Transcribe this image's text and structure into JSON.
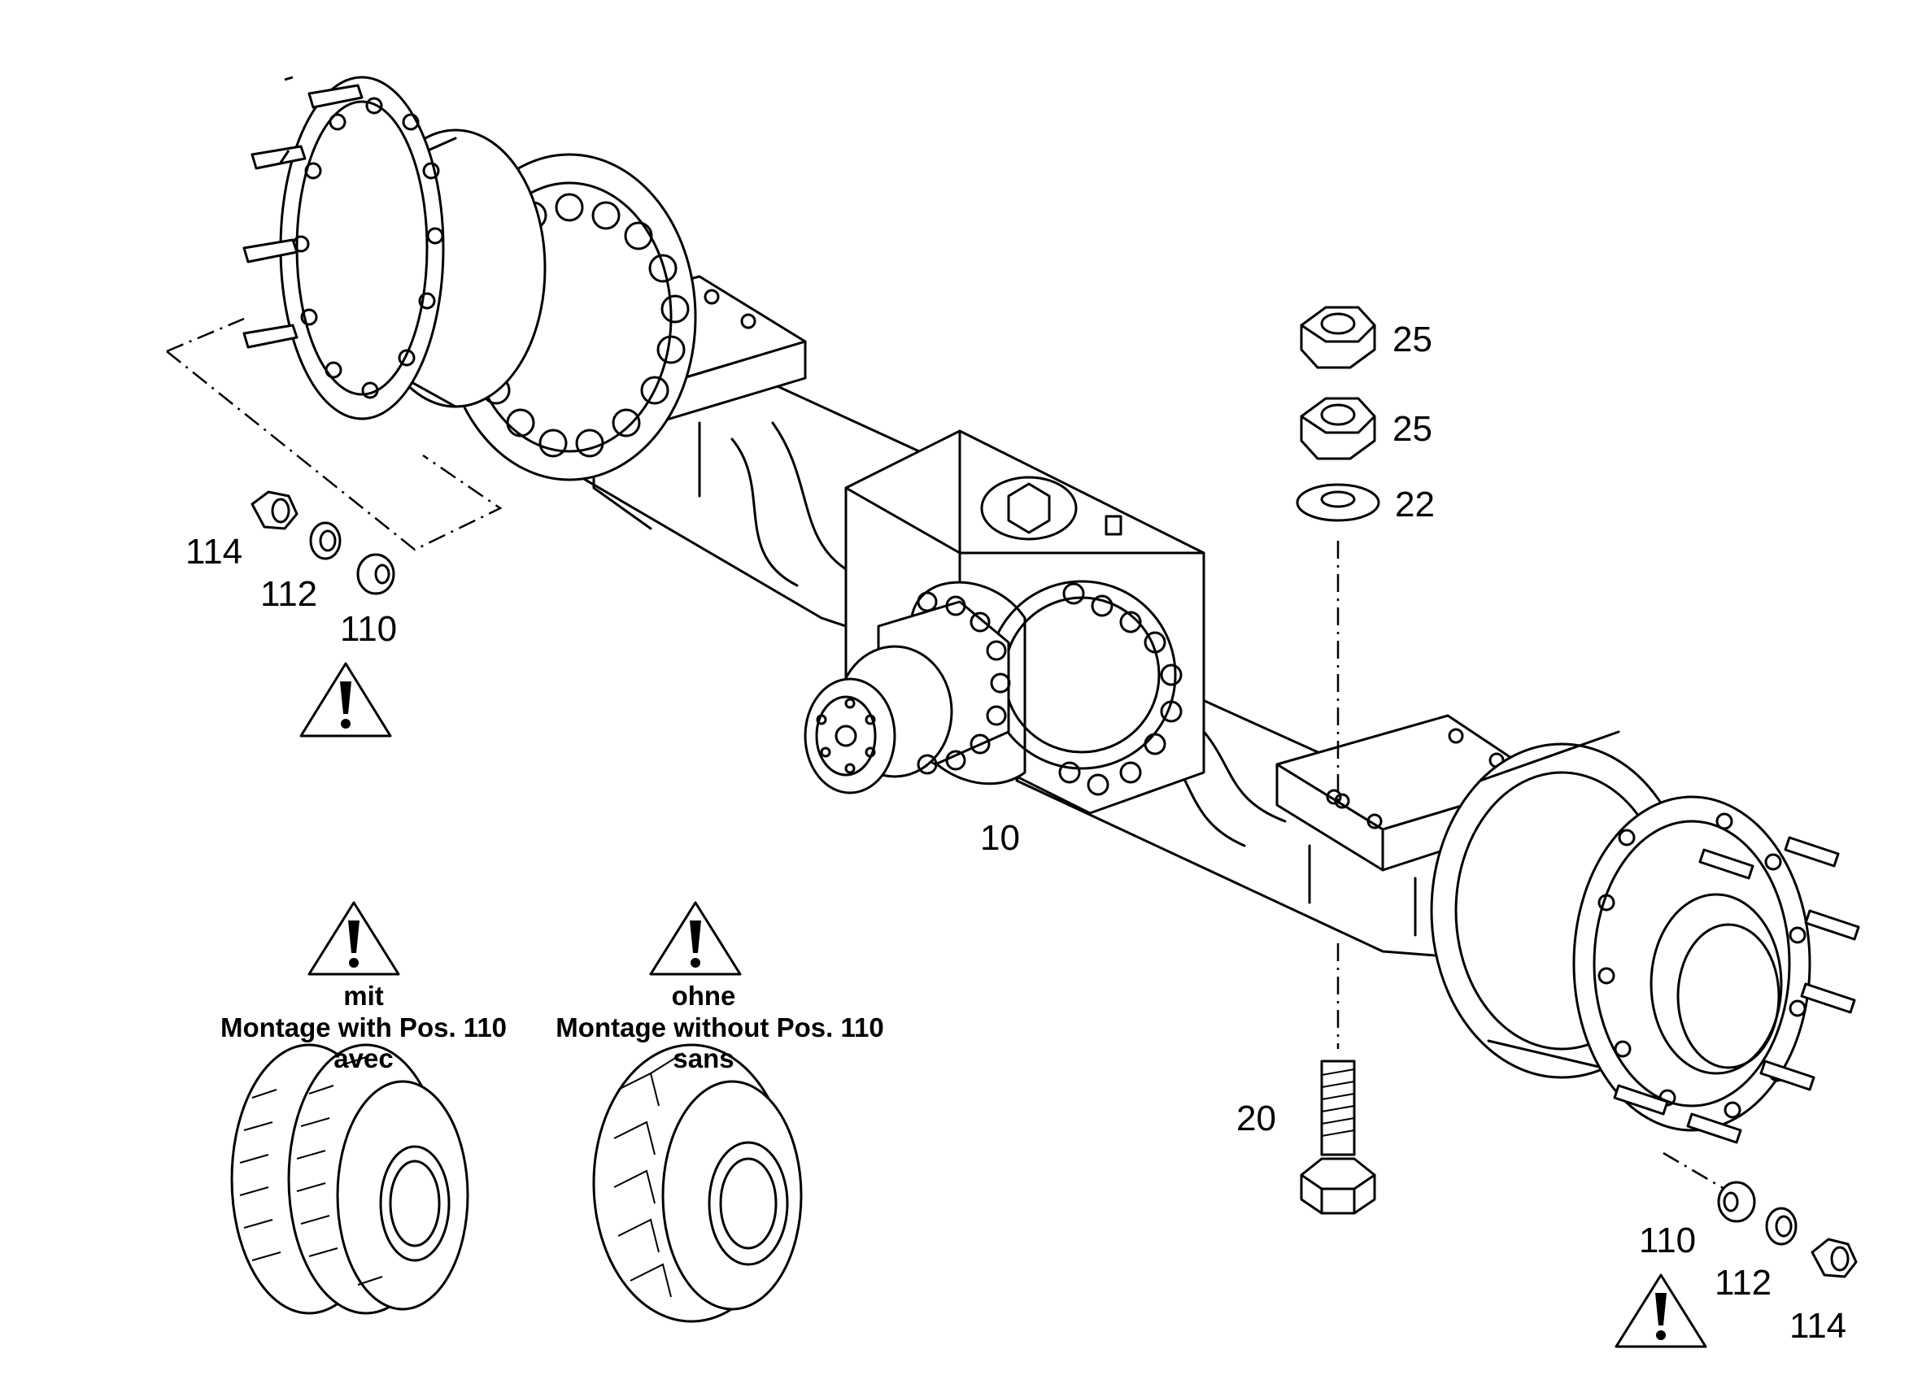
{
  "callouts": {
    "axle": "10",
    "bolt": "20",
    "washer": "22",
    "nut_upper": "25",
    "nut_lower": "25",
    "left_spacer": "110",
    "left_lockwasher": "112",
    "left_nut": "114",
    "right_spacer": "110",
    "right_lockwasher": "112",
    "right_nut": "114"
  },
  "notes": {
    "with": {
      "line1": "mit",
      "line2": "Montage with Pos. 110",
      "line3": "avec"
    },
    "without": {
      "line1": "ohne",
      "line2": "Montage without Pos. 110",
      "line3": "sans"
    }
  },
  "icons": [
    "warning-triangle-icon",
    "dual-tire-icon",
    "single-tire-icon",
    "manufacturer-logo"
  ]
}
